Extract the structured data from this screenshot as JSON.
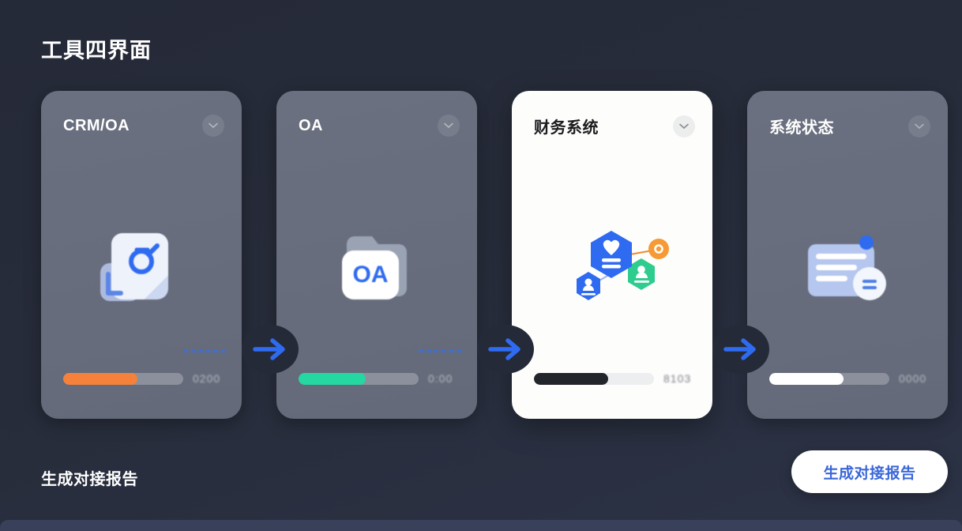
{
  "page": {
    "title": "工具四界面",
    "background_color": "#262b39",
    "accent_color": "#2f6bf0"
  },
  "cards": [
    {
      "id": "crm-oa",
      "title": "CRM/OA",
      "state": "dim",
      "chevron_icon": "chevron-down-icon",
      "art_icon": "document-search-icon",
      "progress": {
        "percent": 62,
        "color": "#f5813a",
        "value": "0200"
      }
    },
    {
      "id": "oa",
      "title": "OA",
      "state": "dim",
      "chevron_icon": "chevron-down-icon",
      "art_icon": "oa-folder-icon",
      "progress": {
        "percent": 56,
        "color": "#25d7a0",
        "value": "0:00"
      }
    },
    {
      "id": "finance-system",
      "title": "财务系统",
      "state": "active",
      "chevron_icon": "chevron-down-icon",
      "art_icon": "hexagon-network-icon",
      "progress": {
        "percent": 62,
        "color": "#23252c",
        "value": "8103"
      }
    },
    {
      "id": "system-status",
      "title": "系统状态",
      "state": "dim",
      "chevron_icon": "chevron-down-icon",
      "art_icon": "document-list-icon",
      "progress": {
        "percent": 62,
        "color": "#ffffff",
        "value": "0000"
      }
    }
  ],
  "connectors": [
    {
      "id": "connector-1",
      "icon": "arrow-right-icon"
    },
    {
      "id": "connector-2",
      "icon": "arrow-right-icon"
    },
    {
      "id": "connector-3",
      "icon": "arrow-right-icon"
    }
  ],
  "footer": {
    "label": "生成对接报告",
    "button_label": "生成对接报告"
  }
}
